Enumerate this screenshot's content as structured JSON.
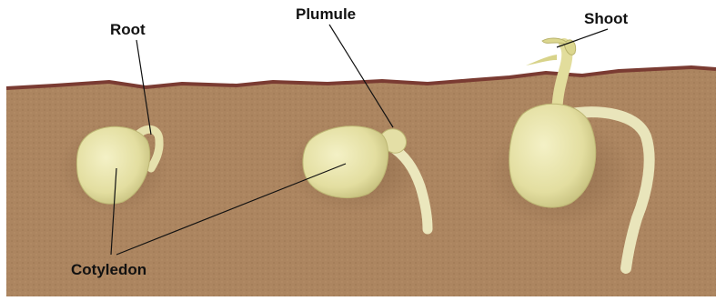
{
  "labels": {
    "root": "Root",
    "plumule": "Plumule",
    "shoot": "Shoot",
    "cotyledon": "Cotyledon"
  },
  "colors": {
    "soil": "#a9825d",
    "soil_surface": "#7a3b32",
    "seed": "#e8e3a8",
    "seed_shade": "#c9c483",
    "sprout": "#ece8b8",
    "leader_line": "#111111"
  }
}
